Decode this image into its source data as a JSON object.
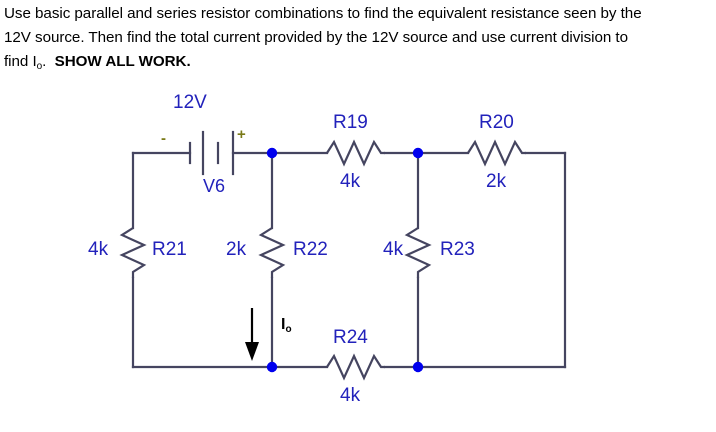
{
  "problem": {
    "line1": "Use basic parallel and series resistor combinations to find the equivalent resistance seen by the",
    "line2": "12V source.  Then find the total current provided by the 12V source and use current division to",
    "line3_a": "find I",
    "line3_sub": "o",
    "line3_b": ".",
    "line3_bold": "SHOW ALL WORK."
  },
  "circuit": {
    "source": {
      "voltage_label": "12V",
      "ref_label": "V6",
      "minus_sign": "-",
      "plus_sign": "+"
    },
    "components": [
      {
        "ref": "R19",
        "value": "4k",
        "orientation": "horizontal",
        "position": "top-middle"
      },
      {
        "ref": "R20",
        "value": "2k",
        "orientation": "horizontal",
        "position": "top-right"
      },
      {
        "ref": "R21",
        "value": "4k",
        "orientation": "vertical",
        "position": "left-branch"
      },
      {
        "ref": "R22",
        "value": "2k",
        "orientation": "vertical",
        "position": "second-branch"
      },
      {
        "ref": "R23",
        "value": "4k",
        "orientation": "vertical",
        "position": "third-branch"
      },
      {
        "ref": "R24",
        "value": "4k",
        "orientation": "horizontal",
        "position": "bottom-middle"
      }
    ],
    "current_label": {
      "symbol": "I",
      "subscript": "o"
    },
    "colors": {
      "wire": "#454560",
      "label": "#2222bb",
      "node": "#0000ee",
      "sign": "#7a7a18",
      "arrow": "#000000"
    }
  }
}
